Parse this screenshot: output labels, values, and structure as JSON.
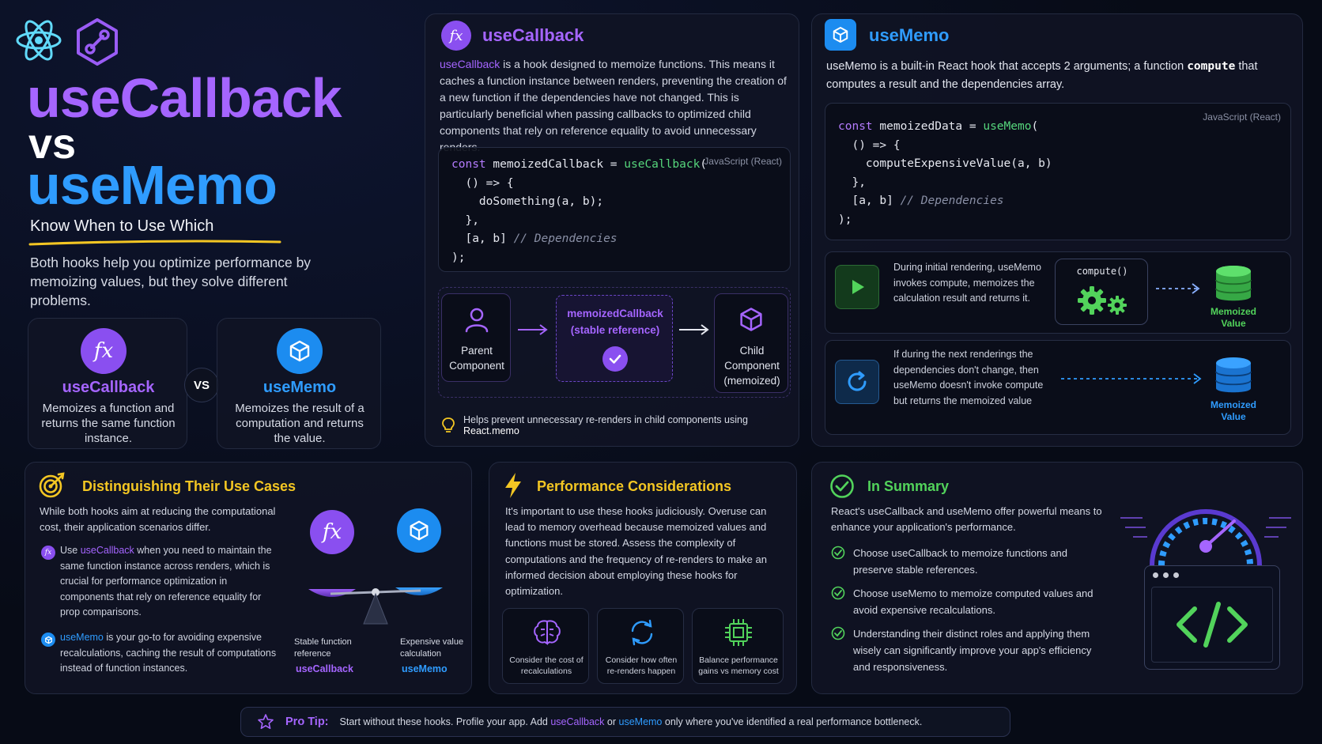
{
  "hero": {
    "title_line1": "useCallback",
    "title_line2": "vs",
    "title_line3": "useMemo",
    "subtitle": "Know When to Use Which",
    "intro": "Both hooks help you optimize performance by memoizing values, but they solve different problems.",
    "cards": [
      {
        "icon": "fx-icon",
        "name": "useCallback",
        "desc": "Memoizes a function and returns the same function instance."
      },
      {
        "icon": "cube-icon",
        "name": "useMemo",
        "desc": "Memoizes the result of a computation and returns the value."
      }
    ],
    "vs_label": "VS"
  },
  "usecallback": {
    "title": "useCallback",
    "desc_lead": "useCallback",
    "desc_rest": " is a hook designed to memoize functions. This means it caches a function instance between renders, preventing the creation of a new function if the dependencies have not changed. This is particularly beneficial when passing callbacks to optimized child components that rely on reference equality to avoid unnecessary renders.",
    "code_lang": "JavaScript (React)",
    "flow": {
      "parent": "Parent Component",
      "memo_line1": "memoizedCallback",
      "memo_line2": "(stable reference)",
      "child": "Child Component (memoized)"
    },
    "tip_text": "Helps prevent unnecessary re-renders in child components using ",
    "tip_bold": "React.memo"
  },
  "usememo": {
    "title": "useMemo",
    "desc_a": "useMemo is a built-in React hook that accepts 2 arguments; a function ",
    "desc_code": "compute",
    "desc_b": " that computes a result and the dependencies array.",
    "code_lang": "JavaScript (React)",
    "step1": "During initial rendering, useMemo invokes compute, memoizes the calculation result and returns it.",
    "compute_label": "compute()",
    "memo_value": "Memoized Value",
    "step2": "If during the next renderings the dependencies don't change, then useMemo doesn't invoke compute but returns the memoized value"
  },
  "usecases": {
    "title": "Distinguishing Their Use Cases",
    "intro": "While both hooks aim at reducing the computational cost, their application scenarios differ.",
    "item1_pre": "Use ",
    "item1_hl": "useCallback",
    "item1_rest": " when you need to maintain the same function instance across renders, which is crucial for performance optimization in components that rely on reference equality for prop comparisons.",
    "item2_hl": "useMemo",
    "item2_rest": " is your go-to for avoiding expensive recalculations, caching the result of computations instead of function instances.",
    "left_caption": "Stable function reference",
    "left_name": "useCallback",
    "right_caption": "Expensive value calculation",
    "right_name": "useMemo"
  },
  "performance": {
    "title": "Performance Considerations",
    "desc": "It's important to use these hooks judiciously. Overuse can lead to memory overhead because memoized values and functions must be stored. Assess the complexity of computations and the frequency of re-renders to make an informed decision about employing these hooks for optimization.",
    "tiles": [
      {
        "icon": "brain-icon",
        "label": "Consider the cost of recalculations"
      },
      {
        "icon": "refresh-icon",
        "label": "Consider how often re-renders happen"
      },
      {
        "icon": "chip-icon",
        "label": "Balance performance gains vs memory cost"
      }
    ]
  },
  "summary": {
    "title": "In Summary",
    "intro": "React's useCallback and useMemo offer powerful means to enhance your application's performance.",
    "items": [
      "Choose useCallback to memoize functions and preserve stable references.",
      "Choose useMemo to memoize computed values and avoid expensive recalculations.",
      "Understanding their distinct roles and applying them wisely can significantly improve your app's efficiency and responsiveness."
    ]
  },
  "protip": {
    "label": "Pro Tip:",
    "text_a": "Start without these hooks. Profile your app. Add ",
    "hl1": "useCallback",
    "text_b": " or ",
    "hl2": "useMemo",
    "text_c": " only where you've identified a real performance bottleneck."
  },
  "colors": {
    "purple": "#a565ff",
    "blue": "#2f9cff",
    "yellow": "#f3c623",
    "green": "#52d35b"
  }
}
